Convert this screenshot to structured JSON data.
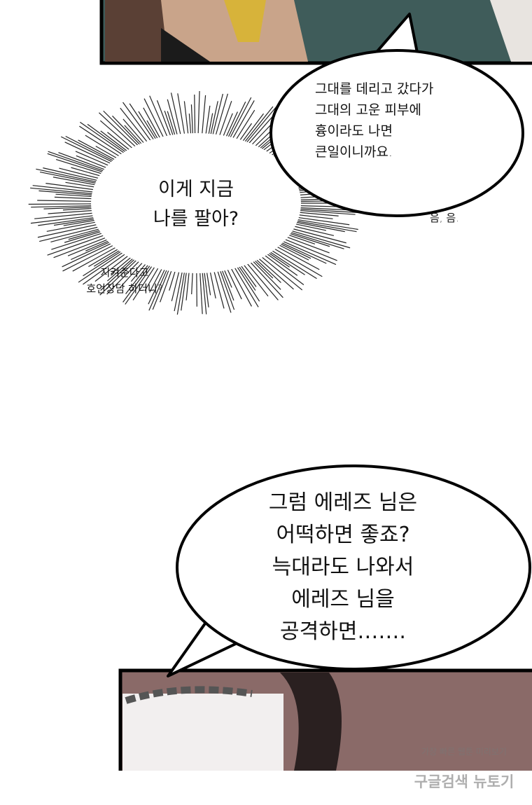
{
  "panels": {
    "top_panel_colors": {
      "skin": "#c9a48a",
      "teal": "#3f5c5a",
      "brown": "#5a4035",
      "yellow": "#d7b33a"
    },
    "bottom_panel_color": "#8a6a68"
  },
  "bubbles": {
    "speech_1": {
      "text": "그대를 데리고 갔다가\n그대의 고운 피부에\n흉이라도 나면\n큰일이니까요.",
      "aside": "음, 음."
    },
    "thought_burst": {
      "text": "이게 지금\n나를 팔아?",
      "aside": "지켜준다고\n호언장담 하더니?"
    },
    "speech_2": {
      "text": "그럼 에레즈 님은\n어떡하면 좋죠?\n늑대라도 나와서\n에레즈 님을\n공격하면……."
    }
  },
  "watermark": {
    "line1": "가장 빠른 웹툰 미리보기",
    "line2": "구글검색 뉴토기"
  }
}
